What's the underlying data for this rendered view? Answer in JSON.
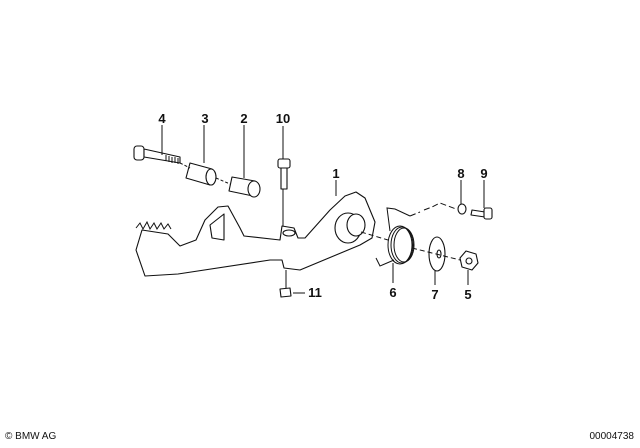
{
  "diagram": {
    "labels": [
      {
        "id": "4",
        "text": "4"
      },
      {
        "id": "3",
        "text": "3"
      },
      {
        "id": "2",
        "text": "2"
      },
      {
        "id": "10",
        "text": "10"
      },
      {
        "id": "1",
        "text": "1"
      },
      {
        "id": "8",
        "text": "8"
      },
      {
        "id": "9",
        "text": "9"
      },
      {
        "id": "6",
        "text": "6"
      },
      {
        "id": "7",
        "text": "7"
      },
      {
        "id": "5",
        "text": "5"
      },
      {
        "id": "11",
        "text": "11"
      }
    ]
  },
  "footer": {
    "copyright": "© BMW AG",
    "diagram_number": "00004738"
  }
}
